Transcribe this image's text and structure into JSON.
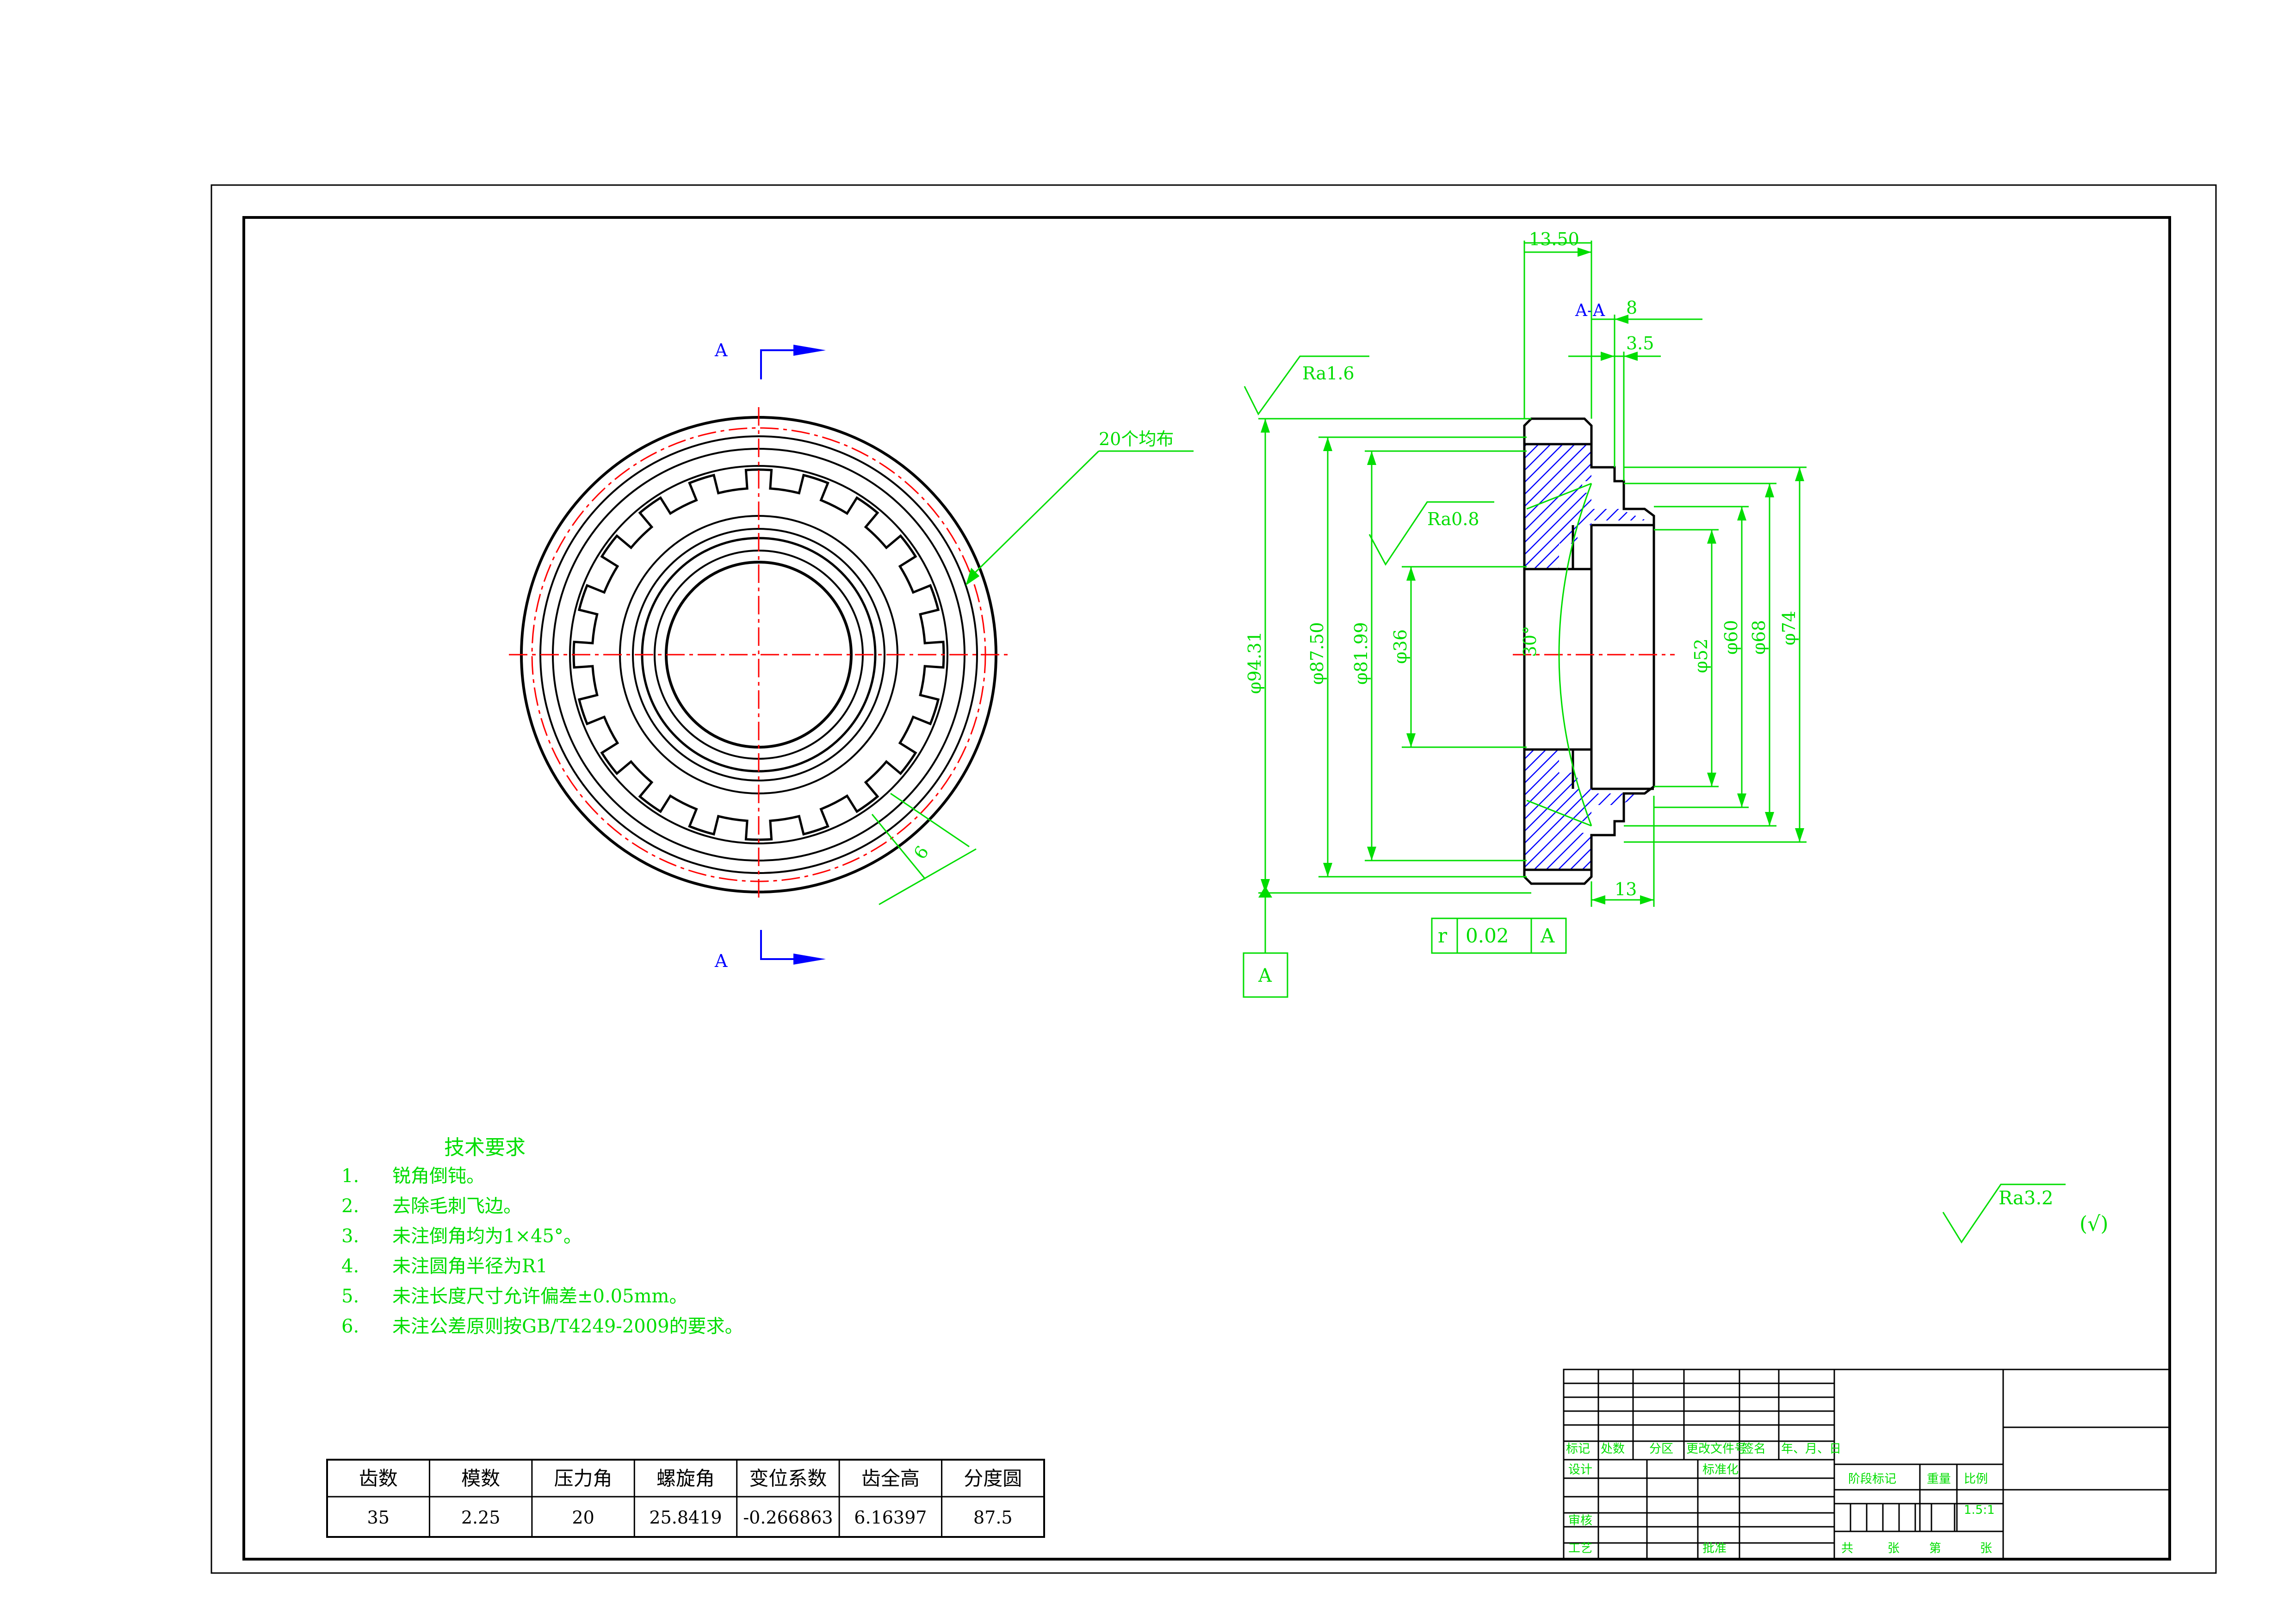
{
  "section": {
    "letter": "A",
    "view_label": "A-A"
  },
  "front_view": {
    "pattern_note": "20个均布",
    "spline_width": "6"
  },
  "section_view": {
    "dims": {
      "width_total": "13.50",
      "width_8": "8",
      "width_3_5": "3.5",
      "width_13": "13",
      "d94_31": "φ94.31",
      "d87_50": "φ87.50",
      "d81_99": "φ81.99",
      "d36": "φ36",
      "angle": "30°",
      "d52": "φ52",
      "d60": "φ60",
      "d68": "φ68",
      "d74": "φ74"
    },
    "roughness": {
      "outer": "Ra1.6",
      "bore": "Ra0.8"
    },
    "tolerance_frame": {
      "symbol": "r",
      "value": "0.02",
      "datum": "A"
    },
    "datum_label": "A"
  },
  "general_roughness": {
    "value": "Ra3.2",
    "other": "(√)"
  },
  "tech_requirements": {
    "title": "技术要求",
    "items": [
      {
        "num": "1.",
        "text": "锐角倒钝。"
      },
      {
        "num": "2.",
        "text": "去除毛刺飞边。"
      },
      {
        "num": "3.",
        "text": "未注倒角均为1×45°。"
      },
      {
        "num": "4.",
        "text": "未注圆角半径为R1"
      },
      {
        "num": "5.",
        "text": "未注长度尺寸允许偏差±0.05mm。"
      },
      {
        "num": "6.",
        "text": "未注公差原则按GB/T4249-2009的要求。"
      }
    ]
  },
  "gear_table": {
    "headers": [
      "齿数",
      "模数",
      "压力角",
      "螺旋角",
      "变位系数",
      "齿全高",
      "分度圆"
    ],
    "values": [
      "35",
      "2.25",
      "20",
      "25.8419",
      "-0.266863",
      "6.16397",
      "87.5"
    ]
  },
  "title_block": {
    "row_labels": [
      "标记",
      "处数",
      "分区",
      "更改文件号",
      "签名",
      "年、月、日"
    ],
    "design": "设计",
    "standardize": "标准化",
    "review": "审核",
    "process": "工艺",
    "approve": "批准",
    "stage_mark": "阶段标记",
    "weight": "重量",
    "scale_label": "比例",
    "scale_value": "1.5:1",
    "total": "共",
    "sheets": "张",
    "sheet_no": "第",
    "sheets2": "张"
  },
  "colors": {
    "outline": "#000000",
    "dimension": "#00dd00",
    "centerline": "#ff0000",
    "section_mark": "#0000ff",
    "hatch": "#0000ff"
  }
}
